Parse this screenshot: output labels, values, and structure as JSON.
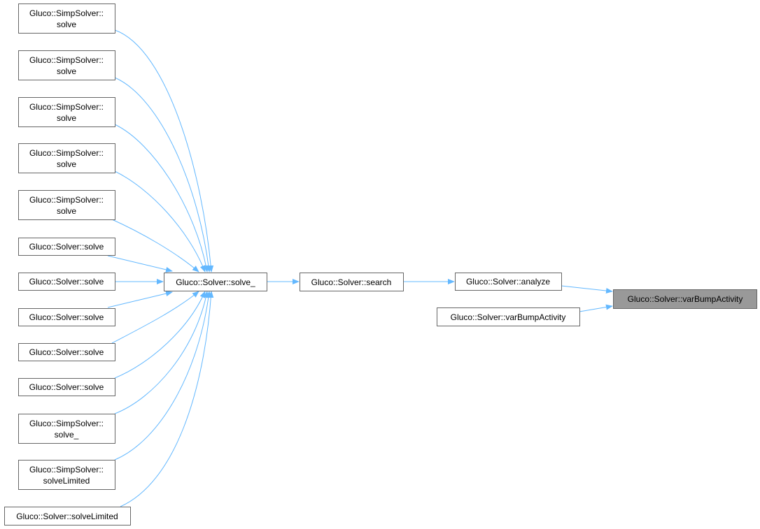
{
  "nodes": {
    "simp_solve_1": [
      "Gluco::SimpSolver::",
      "solve"
    ],
    "simp_solve_2": [
      "Gluco::SimpSolver::",
      "solve"
    ],
    "simp_solve_3": [
      "Gluco::SimpSolver::",
      "solve"
    ],
    "simp_solve_4": [
      "Gluco::SimpSolver::",
      "solve"
    ],
    "simp_solve_5": [
      "Gluco::SimpSolver::",
      "solve"
    ],
    "solver_solve_1": "Gluco::Solver::solve",
    "solver_solve_2": "Gluco::Solver::solve",
    "solver_solve_3": "Gluco::Solver::solve",
    "solver_solve_4": "Gluco::Solver::solve",
    "solver_solve_5": "Gluco::Solver::solve",
    "simp_solve_": [
      "Gluco::SimpSolver::",
      "solve_"
    ],
    "simp_solveLimited": [
      "Gluco::SimpSolver::",
      "solveLimited"
    ],
    "solver_solveLimited": "Gluco::Solver::solveLimited",
    "solver_solve_": "Gluco::Solver::solve_",
    "search": "Gluco::Solver::search",
    "analyze": "Gluco::Solver::analyze",
    "varBump_caller": "Gluco::Solver::varBumpActivity",
    "varBump_focus": "Gluco::Solver::varBumpActivity"
  },
  "colors": {
    "edge": "#63b8ff",
    "focus_fill": "#999999"
  }
}
